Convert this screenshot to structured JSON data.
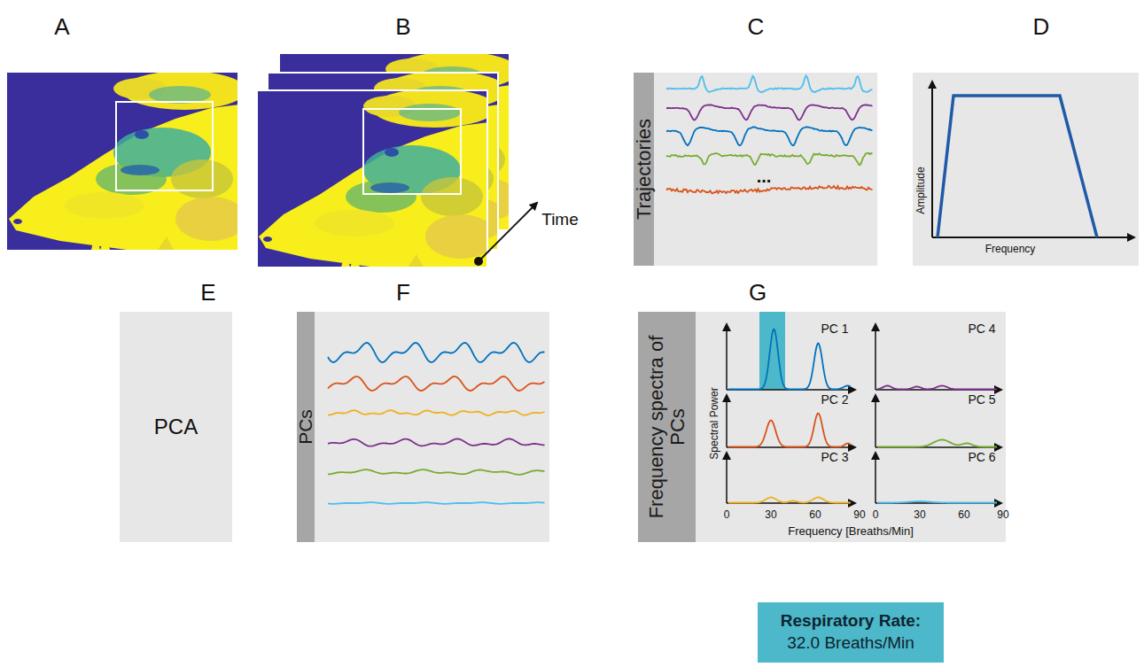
{
  "diagram": {
    "nodes": [
      {
        "text": [
          "Trajectories"
        ]
      },
      {
        "text": [
          "PCA"
        ]
      },
      {
        "text": [
          "PCs"
        ]
      },
      {
        "text": [
          "Frequency spectra of PCs"
        ]
      },
      {
        "text": [
          "Respiratory Rate:",
          "32.0 Breaths/Min"
        ]
      }
    ],
    "labels": [
      "A",
      "B",
      "C",
      "D",
      "Time",
      "...",
      "Amplitude",
      "Frequency",
      "E",
      "F",
      "G",
      "PC 1",
      "PC 4",
      "PC 2",
      "PC 5",
      "PC 3",
      "PC 6",
      "Spectral Power",
      "0",
      "30",
      "60",
      "90",
      "0",
      "30",
      "60",
      "90",
      "Frequency [Breaths/Min]"
    ]
  }
}
